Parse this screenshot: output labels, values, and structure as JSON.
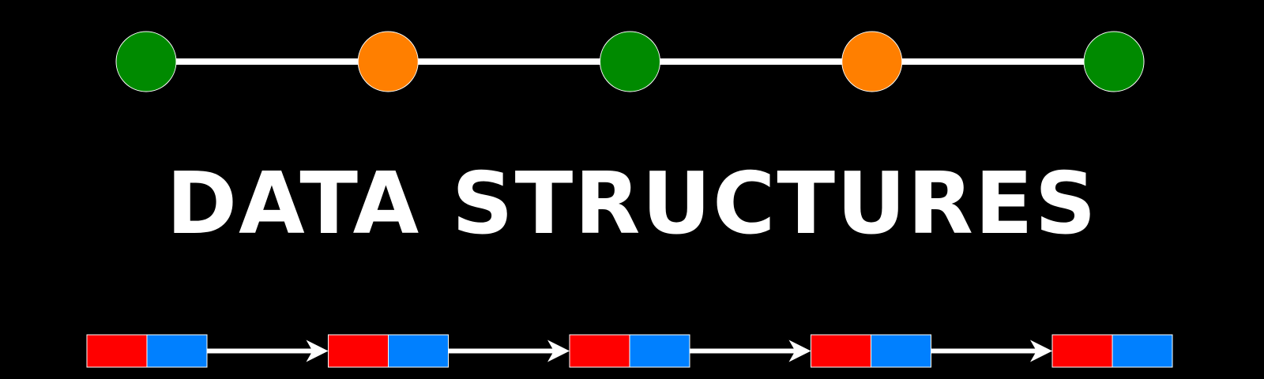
{
  "title": "DATA STRUCTURES",
  "colors": {
    "background": "#000000",
    "edge": "#ffffff",
    "title": "#ffffff",
    "node_green": "#008a00",
    "node_orange": "#ff7f00",
    "cell_data": "#ff0000",
    "cell_pointer": "#0080ff",
    "arrow": "#ffffff"
  },
  "graph": {
    "nodes": [
      {
        "kind": "green"
      },
      {
        "kind": "orange"
      },
      {
        "kind": "green"
      },
      {
        "kind": "orange"
      },
      {
        "kind": "green"
      }
    ]
  },
  "linked_list": {
    "nodes": [
      {
        "data_icon": "data-cell",
        "pointer_icon": "pointer-cell"
      },
      {
        "data_icon": "data-cell",
        "pointer_icon": "pointer-cell"
      },
      {
        "data_icon": "data-cell",
        "pointer_icon": "pointer-cell"
      },
      {
        "data_icon": "data-cell",
        "pointer_icon": "pointer-cell"
      },
      {
        "data_icon": "data-cell",
        "pointer_icon": "pointer-cell"
      }
    ]
  }
}
